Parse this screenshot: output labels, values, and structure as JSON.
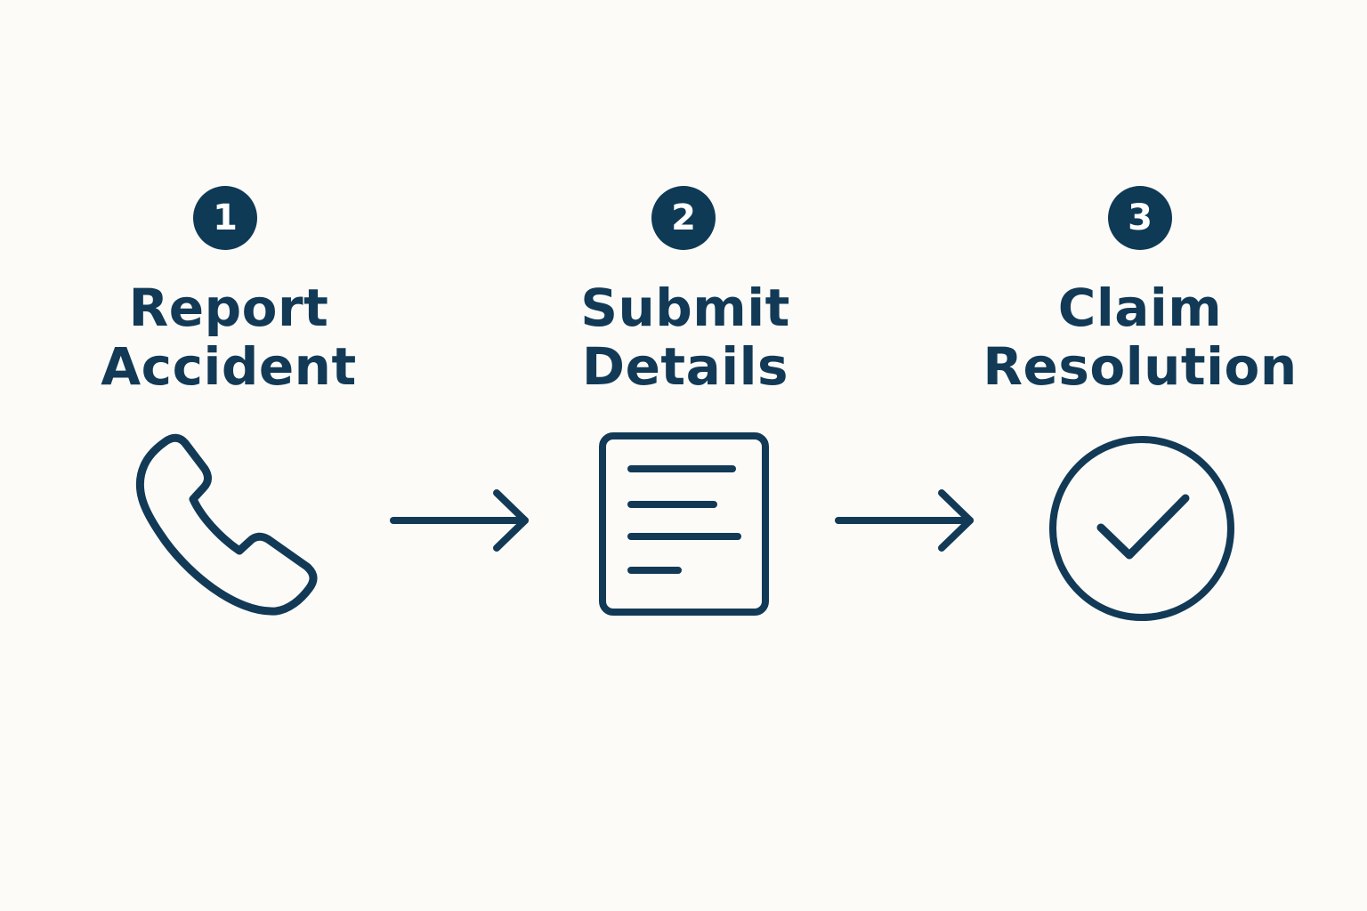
{
  "steps": [
    {
      "number": "1",
      "line1": "Report",
      "line2": "Accident",
      "icon": "phone-icon"
    },
    {
      "number": "2",
      "line1": "Submit",
      "line2": "Details",
      "icon": "document-icon"
    },
    {
      "number": "3",
      "line1": "Claim",
      "line2": "Resolution",
      "icon": "check-circle-icon"
    }
  ],
  "connectors": [
    "arrow-right-icon",
    "arrow-right-icon"
  ],
  "colors": {
    "primary": "#0f3a56",
    "text": "#123a56",
    "background": "#fcfbf8"
  }
}
